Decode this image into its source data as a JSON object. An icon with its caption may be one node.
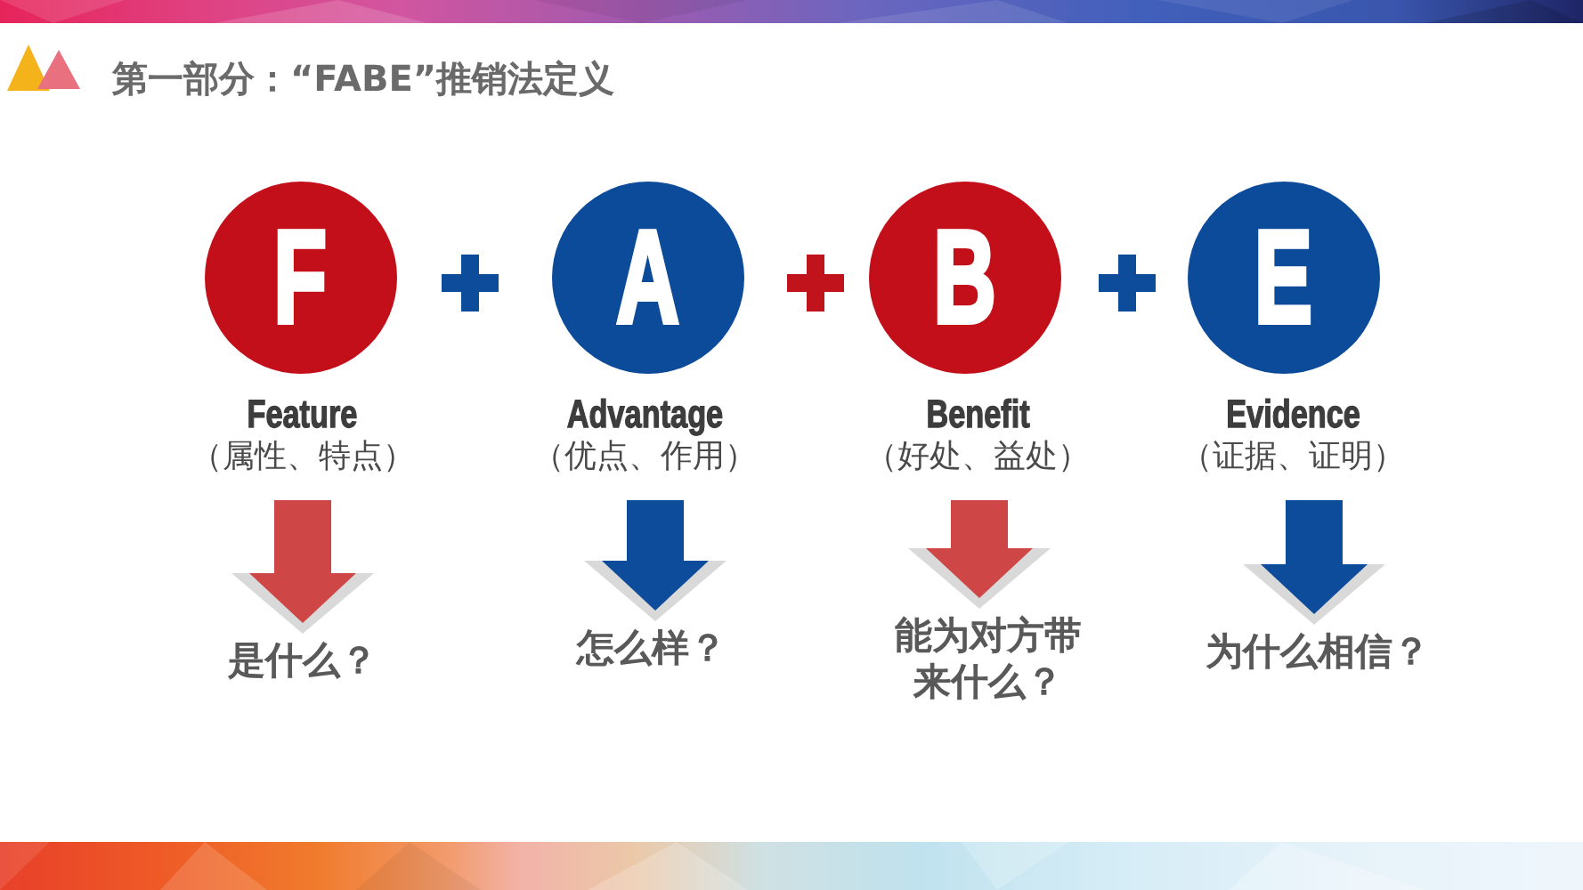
{
  "diagram": {
    "title": "第一部分：“FABE”推销法定义",
    "nodes": [
      {
        "text": [
          "F"
        ]
      },
      {
        "text": [
          "A"
        ]
      },
      {
        "text": [
          "B"
        ]
      },
      {
        "text": [
          "E"
        ]
      },
      {
        "text": [
          "Feature",
          "（属性、特点）"
        ]
      },
      {
        "text": [
          "Advantage",
          "（优点、作用）"
        ]
      },
      {
        "text": [
          "Benefit",
          "（好处、益处）"
        ]
      },
      {
        "text": [
          "Evidence",
          "（证据、证明）"
        ]
      },
      {
        "text": [
          "是什么？"
        ]
      },
      {
        "text": [
          "怎么样？"
        ]
      },
      {
        "text": [
          "能为对方带来什么？"
        ]
      },
      {
        "text": [
          "为什么相信？"
        ]
      }
    ],
    "edges": [
      {
        "from": 4,
        "to": 8,
        "arrow": "to",
        "color": "#cf4647"
      },
      {
        "from": 5,
        "to": 9,
        "arrow": "to",
        "color": "#0d4b9b"
      },
      {
        "from": 6,
        "to": 10,
        "arrow": "to",
        "color": "#cf4647"
      },
      {
        "from": 7,
        "to": 11,
        "arrow": "to",
        "color": "#0d4b9b"
      }
    ]
  }
}
